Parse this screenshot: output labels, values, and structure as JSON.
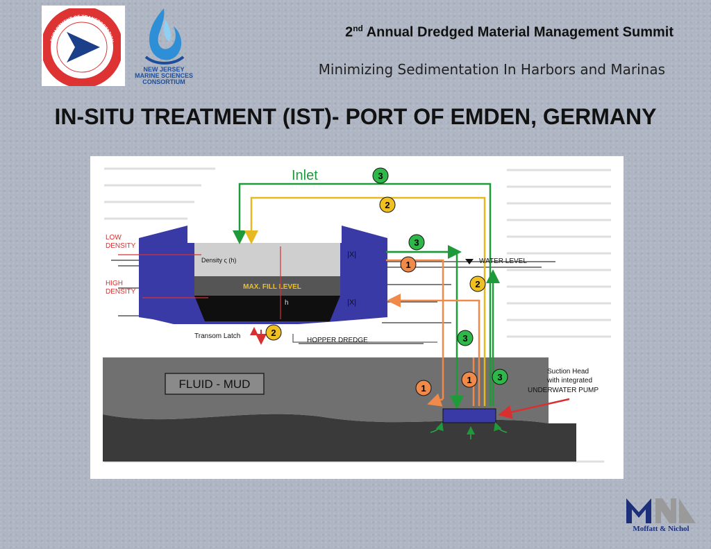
{
  "header": {
    "summit_number": "2",
    "summit_suffix": "nd",
    "summit_rest": " Annual Dredged Material Management Summit",
    "subtitle": "Minimizing Sedimentation In Harbors and Marinas",
    "title": "IN-SITU TREATMENT (IST)- PORT OF EMDEN, GERMANY"
  },
  "logos": {
    "dot_seal_top": "DEPARTMENT OF TRANSPORTATION",
    "dot_seal_bottom": "THE STATE OF NEW JERSEY",
    "njmsc_line1": "NEW JERSEY",
    "njmsc_line2": "MARINE SCIENCES",
    "njmsc_line3": "CONSORTIUM",
    "mn_name": "Moffatt & Nichol"
  },
  "diagram": {
    "inlet": "Inlet",
    "low_density_1": "LOW",
    "low_density_2": "DENSITY",
    "high_density_1": "HIGH",
    "high_density_2": "DENSITY",
    "density_label": "Density ς (h)",
    "max_fill": "MAX. FILL LEVEL",
    "h_label": "h",
    "water_level": "WATER LEVEL",
    "transom_latch": "Transom Latch",
    "hopper_dredge": "HOPPER DREDGE",
    "fluid_mud": "FLUID - MUD",
    "suction_1": "Suction Head",
    "suction_2": "with integrated",
    "suction_3": "UNDERWATER PUMP",
    "n1": "1",
    "n2": "2",
    "n3": "3"
  },
  "colors": {
    "green": "#1f9a3a",
    "yellow": "#e8b820",
    "orange": "#f08a4a",
    "hull": "#3a3aa6"
  }
}
